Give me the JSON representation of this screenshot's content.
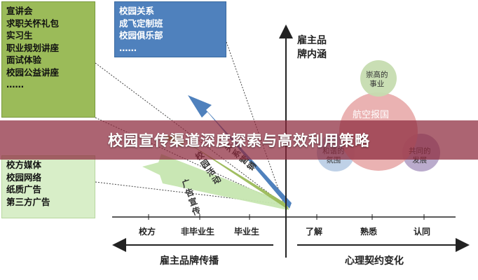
{
  "green_box": [
    "宣讲会",
    "求职关怀礼包",
    "实习生",
    "职业规划讲座",
    "面试体验",
    "校园公益讲座",
    "……"
  ],
  "blue_box": [
    "校园关系",
    "成飞定制班",
    "校园俱乐部",
    "……"
  ],
  "lightgreen_box": [
    "校方媒体",
    "校园网络",
    "纸质广告",
    "第三方广告"
  ],
  "y_axis_title": [
    "雇主品",
    "牌内涵"
  ],
  "x_axis_left_labels": [
    "校方",
    "非毕业生",
    "毕业生"
  ],
  "x_axis_right_labels": [
    "了解",
    "熟悉",
    "认同"
  ],
  "x_axis_left_title": "雇主品牌传播",
  "x_axis_right_title": "心理契约变化",
  "bubbles": {
    "top": "崇高的\n事业",
    "center": "航空报国",
    "left": "和谐的\n氛围",
    "right": "共同的\n发展"
  },
  "arrows": {
    "campus_activity": "校园活动",
    "advertising": "广告宣传",
    "relationship": "关系营销"
  },
  "banner_title": "校园宣传渠道深度探索与高效利用策略",
  "colors": {
    "green": "#9bbb59",
    "blue": "#4f81bd",
    "light_green": "#d8eec8",
    "banner": "#8c283c",
    "bubble_pink": "#e6a4a4",
    "bubble_green": "#c6dcb0",
    "bubble_blue": "#b8cce4",
    "bubble_purple": "#b3a2c7"
  }
}
